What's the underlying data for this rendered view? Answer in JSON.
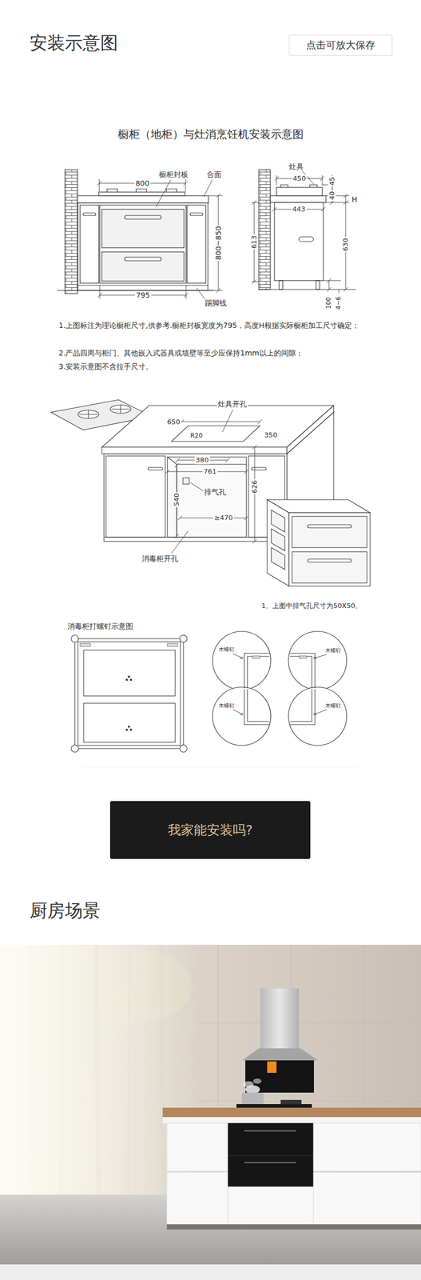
{
  "diagram": {
    "title": "安装示意图",
    "nodes": [
      {
        "text": [
          "点击可放大保存"
        ]
      },
      {
        "text": [
          "我家能安装吗?"
        ]
      }
    ],
    "labels": [
      "橱柜（地柜）与灶消烹饪机安装示意图",
      "橱柜封板",
      "合面",
      "800",
      "800~850",
      "795",
      "踢脚线",
      "灶具",
      "450",
      "443",
      "40~45",
      "H",
      "613",
      "630",
      "100",
      "4~6",
      "1.上图标注为理论橱柜尺寸,供参考.橱柜封板宽度为795，高度H根据实际橱柜加工尺寸确定；",
      "2.产品四周与柜门、其他嵌入式器具或墙壁等至少应保持1mm以上的间隙；",
      "3.安装示意图不含拉手尺寸。",
      "灶具开孔",
      "650",
      "R20",
      "350",
      "380",
      "761",
      "540",
      "排气孔",
      "626",
      "≥470",
      "消毒柜开孔",
      "1、上图中排气孔尺寸为50X50。",
      "消毒柜打螺钉示意图",
      "木螺钉",
      "木螺钉",
      "木螺钉",
      "木螺钉",
      "厨房场景"
    ]
  }
}
